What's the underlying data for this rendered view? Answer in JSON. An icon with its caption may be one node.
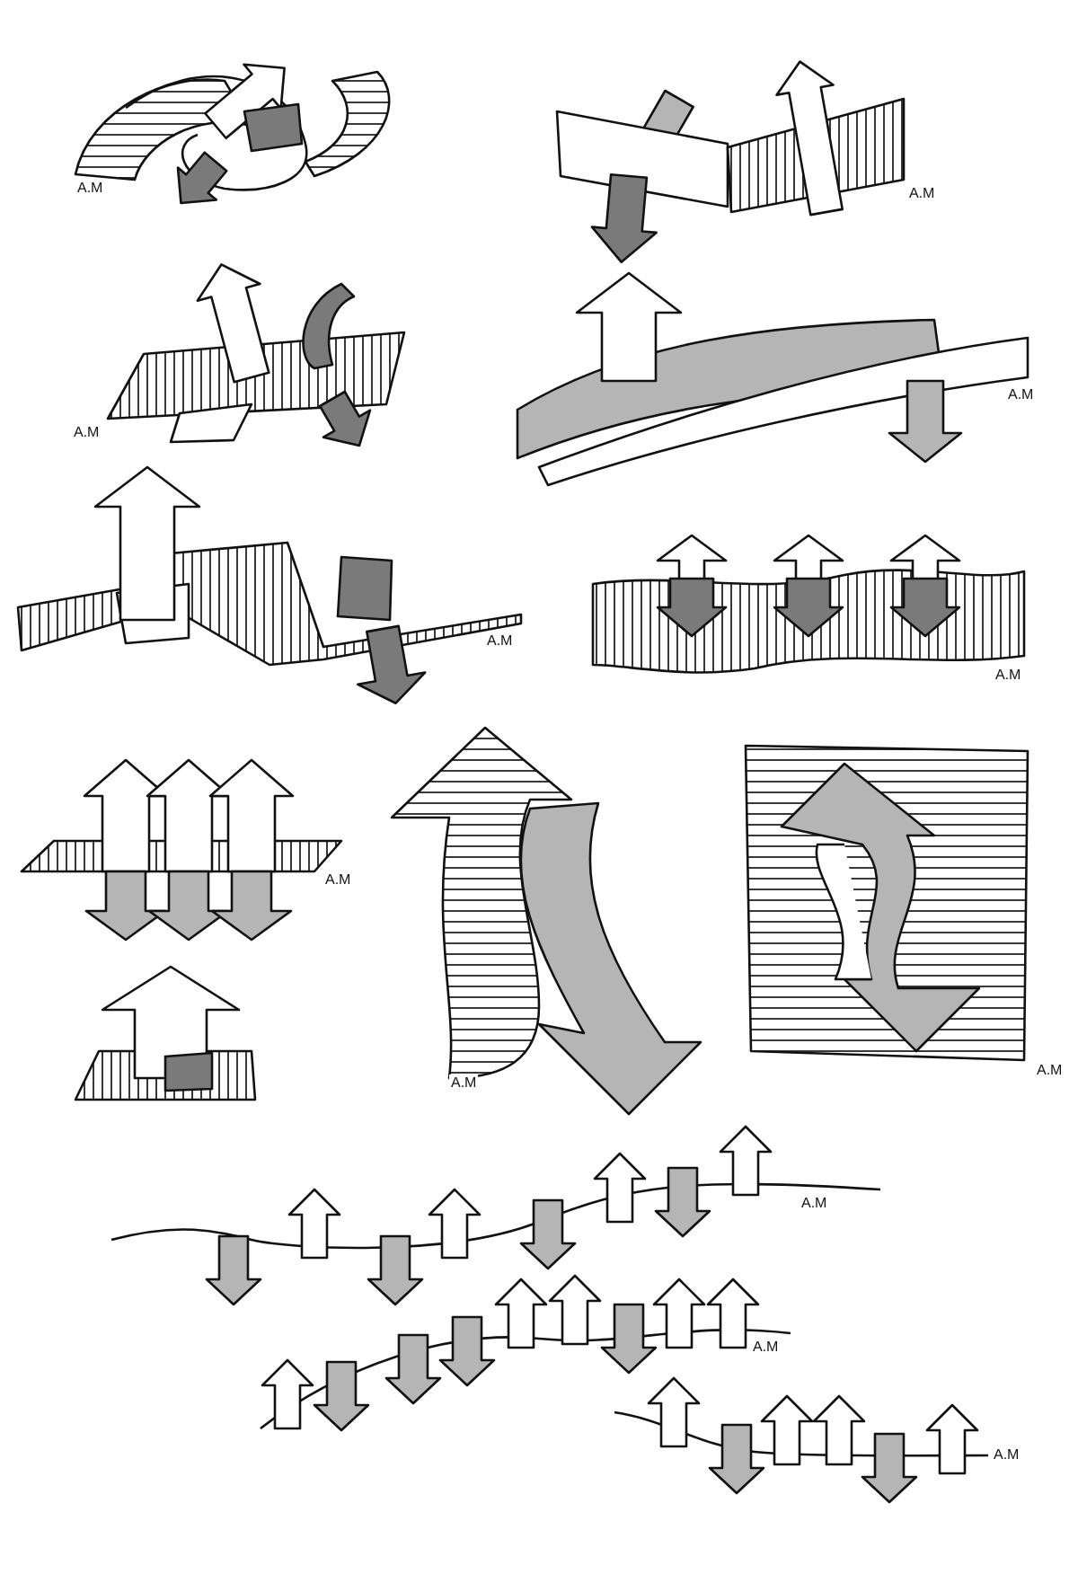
{
  "diagram": {
    "labels": [
      "A.M",
      "A.M",
      "A.M",
      "A.M",
      "A.M",
      "A.M",
      "A.M",
      "A.M",
      "A.M",
      "A.M",
      "A.M",
      "A.M"
    ]
  }
}
